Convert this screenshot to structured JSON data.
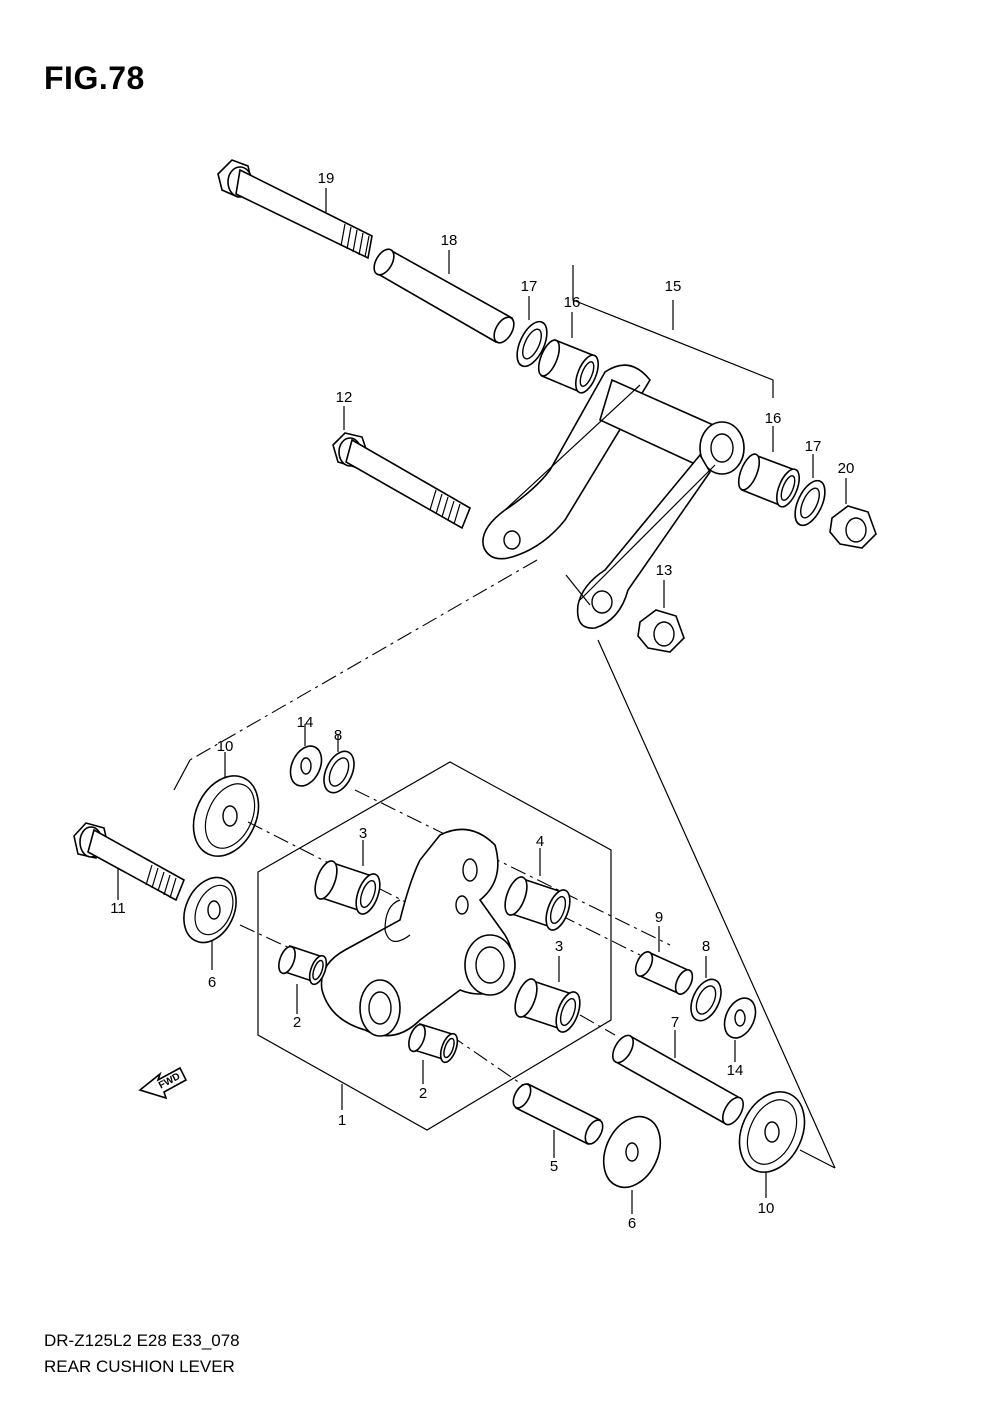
{
  "figure": {
    "title": "FIG.78",
    "model_code": "DR-Z125L2 E28 E33_078",
    "section_name": "REAR CUSHION LEVER"
  },
  "callouts": {
    "c19": "19",
    "c18": "18",
    "c17a": "17",
    "c16a": "16",
    "c15": "15",
    "c12": "12",
    "c16b": "16",
    "c17b": "17",
    "c20": "20",
    "c13": "13",
    "c14a": "14",
    "c8a": "8",
    "c10a": "10",
    "c3a": "3",
    "c4": "4",
    "c11": "11",
    "c9": "9",
    "c8b": "8",
    "c3b": "3",
    "c6a": "6",
    "c2a": "2",
    "c7": "7",
    "c14b": "14",
    "c2b": "2",
    "c1": "1",
    "c5": "5",
    "c6b": "6",
    "c10b": "10"
  },
  "forward_marker": {
    "label": "FWD",
    "icon": "forward-arrow-icon"
  }
}
